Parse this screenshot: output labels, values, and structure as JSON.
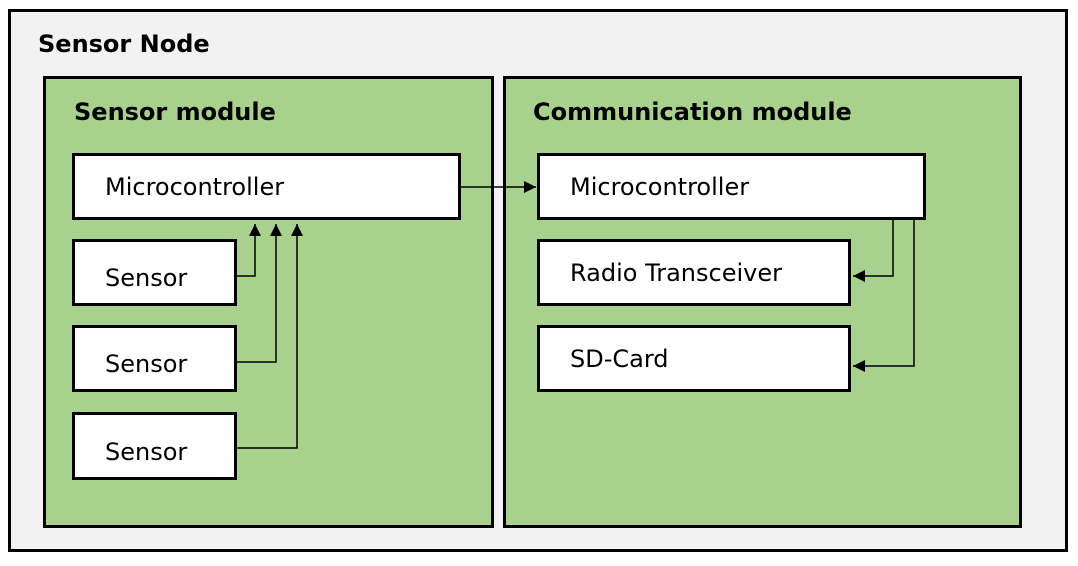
{
  "diagram": {
    "outer_title": "Sensor Node",
    "sensor_module": {
      "title": "Sensor module",
      "microcontroller": "Microcontroller",
      "sensors": [
        "Sensor",
        "Sensor",
        "Sensor"
      ]
    },
    "communication_module": {
      "title": "Communication module",
      "microcontroller": "Microcontroller",
      "radio": "Radio Transceiver",
      "storage": "SD-Card"
    },
    "colors": {
      "outer_bg": "#f2f2f2",
      "module_bg": "#a9d18e",
      "box_bg": "#ffffff",
      "line": "#000000"
    }
  }
}
